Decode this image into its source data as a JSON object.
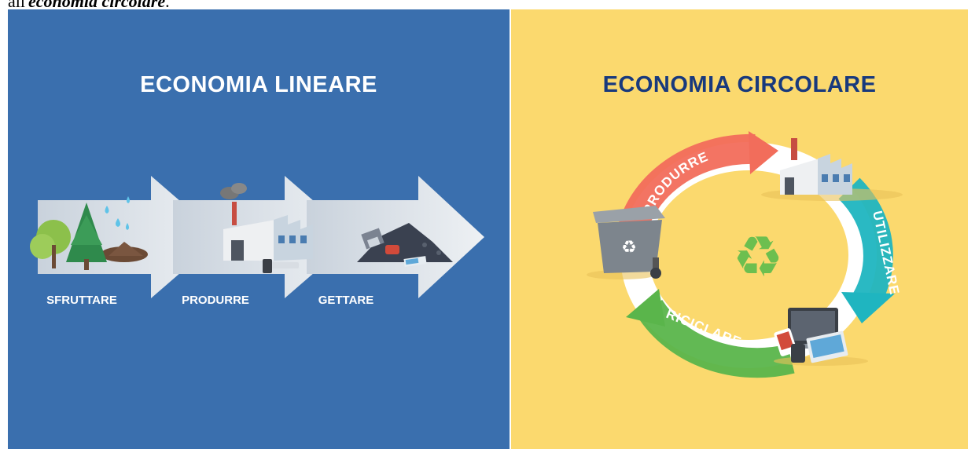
{
  "caption": {
    "prefix": "all'",
    "emphasis": "economia circolare",
    "suffix": "."
  },
  "linear": {
    "title": "ECONOMIA LINEARE",
    "steps": [
      "SFRUTTARE",
      "PRODURRE",
      "GETTARE"
    ],
    "background": "#3a6fae"
  },
  "circular": {
    "title": "ECONOMIA CIRCOLARE",
    "steps": [
      "PRODURRE",
      "UTILIZZARE",
      "RICICLARE"
    ],
    "background": "#fbd96e",
    "colors": {
      "produrre": "#f26d5b",
      "utilizzare": "#1fb5c0",
      "riciclare": "#5ab54b"
    }
  },
  "icons": [
    "trees-icon",
    "water-drops-icon",
    "factory-icon",
    "smoke-icon",
    "garbage-pile-icon",
    "recycle-bin-icon",
    "recycle-symbol-icon",
    "devices-icon"
  ]
}
